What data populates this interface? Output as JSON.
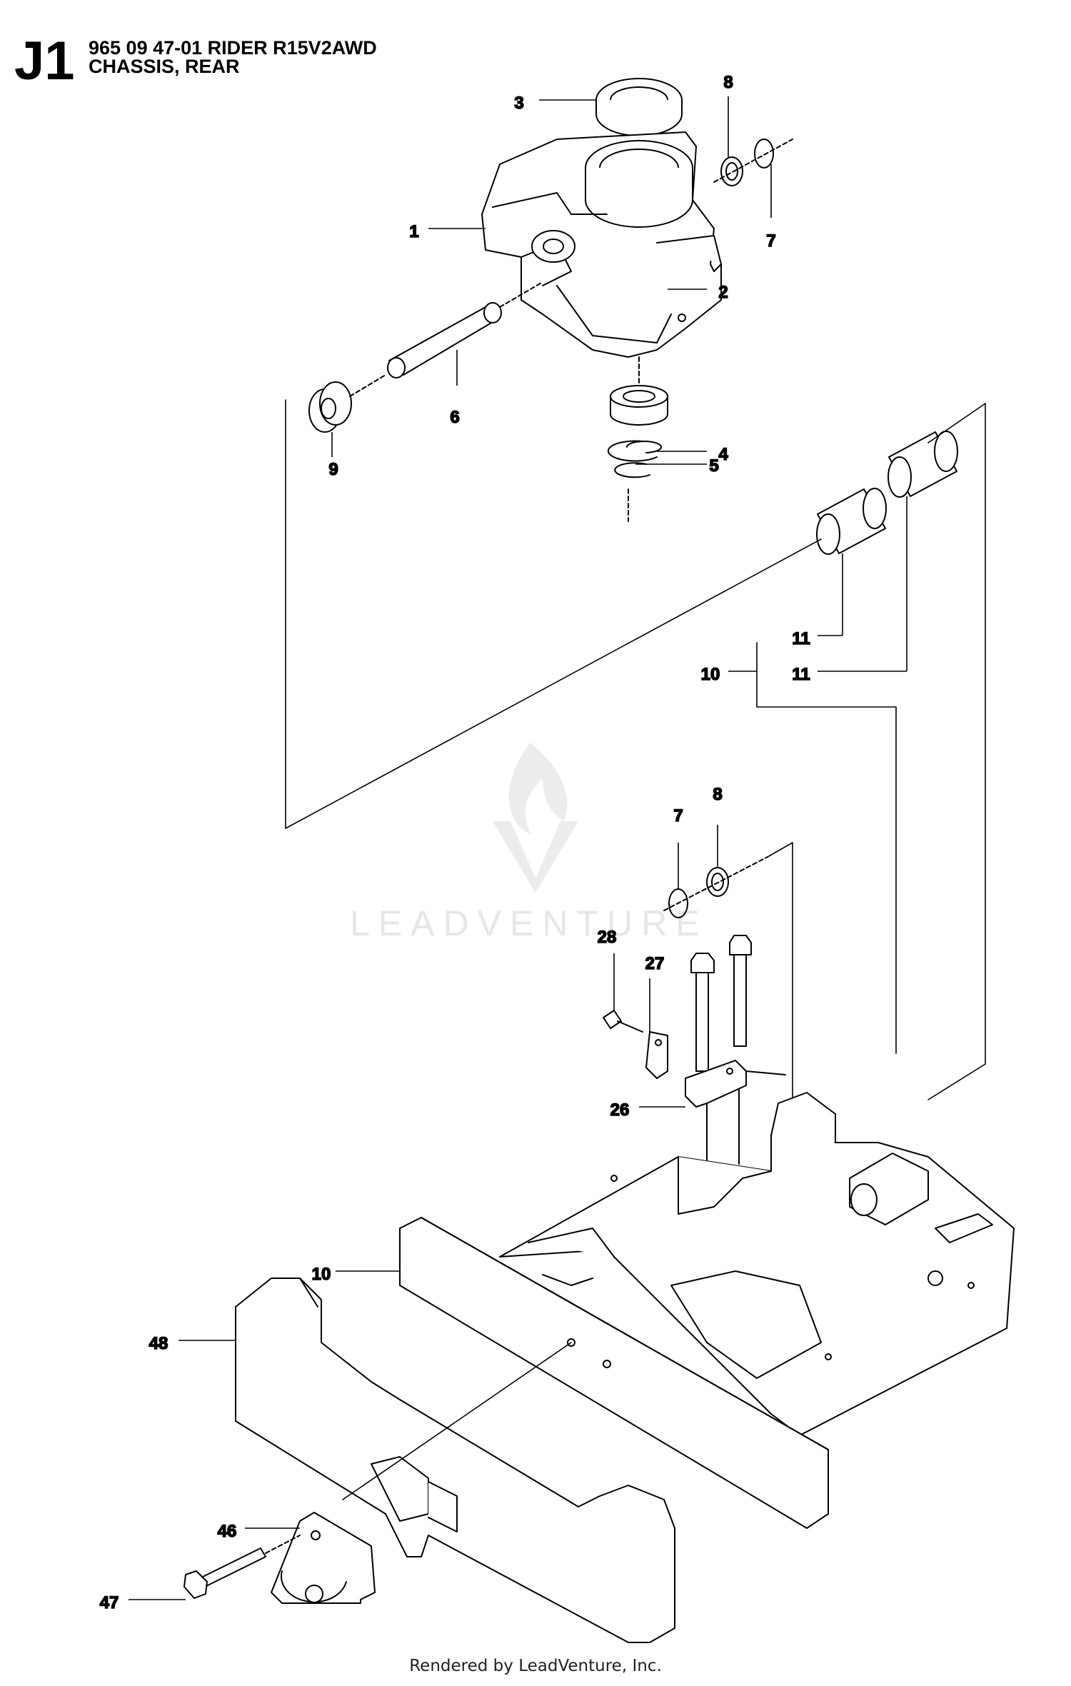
{
  "header": {
    "code": "J1",
    "line1": "965 09 47-01 RIDER R15V2AWD",
    "line2": "CHASSIS, REAR"
  },
  "watermark": {
    "brand": "LEADVENTURE",
    "icon": "flame-v-logo-icon"
  },
  "callouts": {
    "c1": "1",
    "c2": "2",
    "c3": "3",
    "c4": "4",
    "c5": "5",
    "c6": "6",
    "c7a": "7",
    "c7b": "7",
    "c8a": "8",
    "c8b": "8",
    "c9": "9",
    "c10a": "10",
    "c10b": "10",
    "c11a": "11",
    "c11b": "11",
    "c26": "26",
    "c27": "27",
    "c28": "28",
    "c46": "46",
    "c47": "47",
    "c48": "48"
  },
  "footer": {
    "text": "Rendered by LeadVenture, Inc."
  },
  "colors": {
    "line": "#000000",
    "watermark": "#e6e6e6"
  }
}
